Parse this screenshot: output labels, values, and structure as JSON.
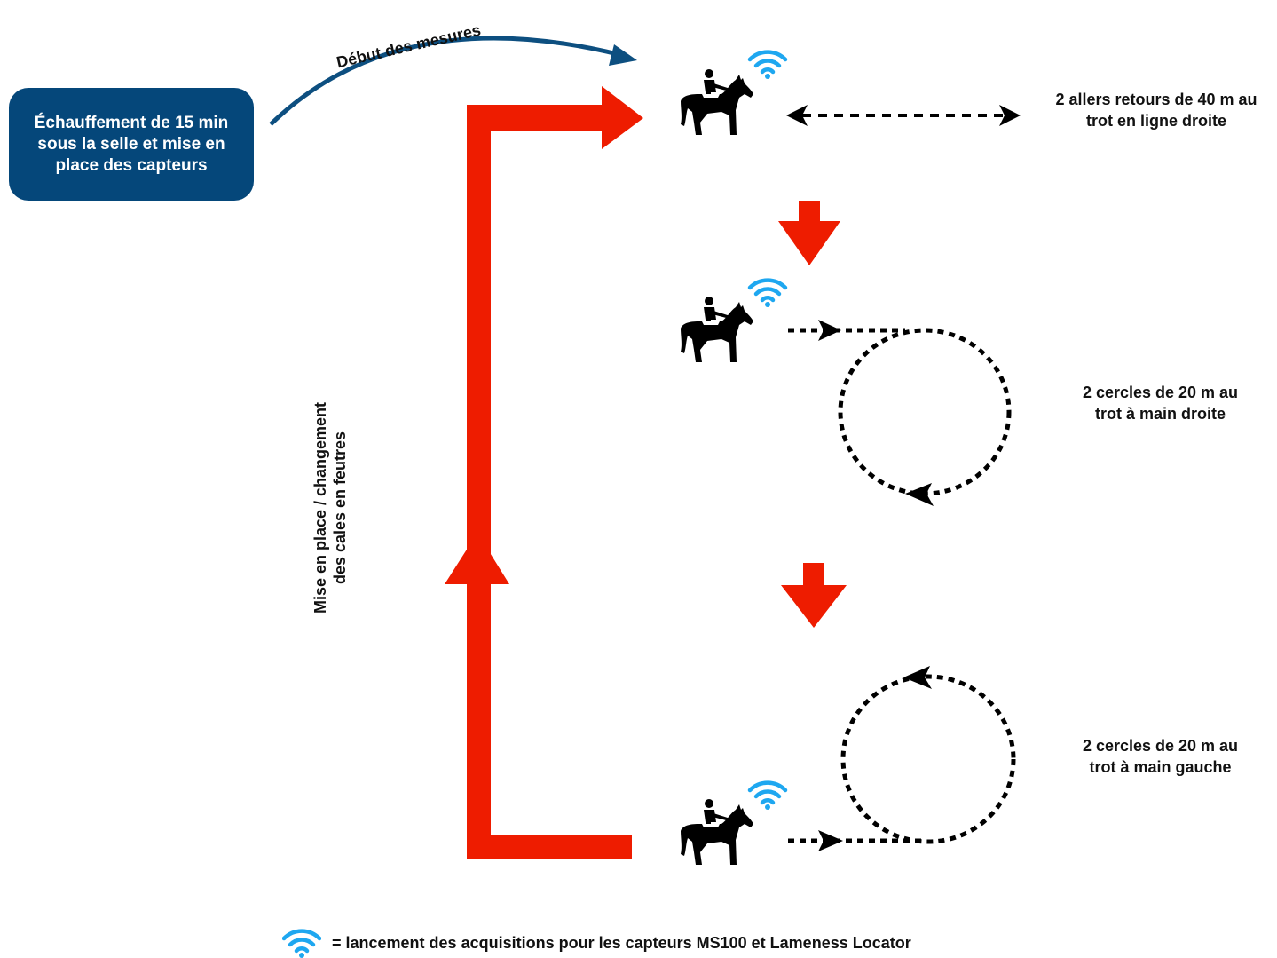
{
  "start_box": {
    "line1": "Échauffement de 15 min",
    "line2": "sous la selle et mise en",
    "line3": "place des capteurs"
  },
  "start_arrow_label": "Début des mesures",
  "side_label": {
    "line1": "Mise en place / changement",
    "line2": "des cales en feutres"
  },
  "steps": [
    {
      "line1": "2 allers retours de 40 m au",
      "line2": "trot en ligne droite"
    },
    {
      "line1": "2 cercles de 20 m au",
      "line2": "trot à main droite"
    },
    {
      "line1": "2 cercles de 20 m au",
      "line2": "trot à main gauche"
    }
  ],
  "legend": {
    "icon": "wifi-icon",
    "text": "= lancement des acquisitions pour les capteurs MS100 et Lameness Locator"
  },
  "colors": {
    "start_box": "#05477a",
    "start_arrow": "#0d4f80",
    "loop_arrow": "#ee1c00",
    "wifi": "#1ea7f0",
    "path": "#000000"
  },
  "icons": [
    "horse-rider-icon",
    "wifi-icon"
  ]
}
